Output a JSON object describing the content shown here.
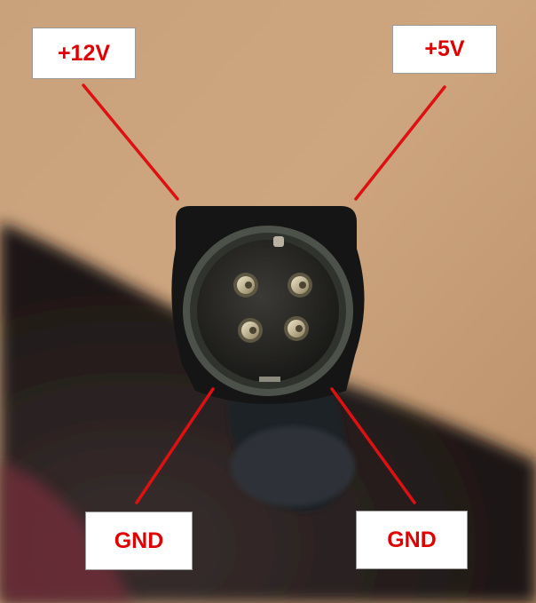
{
  "labels": {
    "top_left": "+12V",
    "top_right": "+5V",
    "bottom_left": "GND",
    "bottom_right": "GND"
  },
  "colors": {
    "label_text": "#e00000",
    "pointer_line": "#dd1111",
    "label_background": "#ffffff"
  }
}
